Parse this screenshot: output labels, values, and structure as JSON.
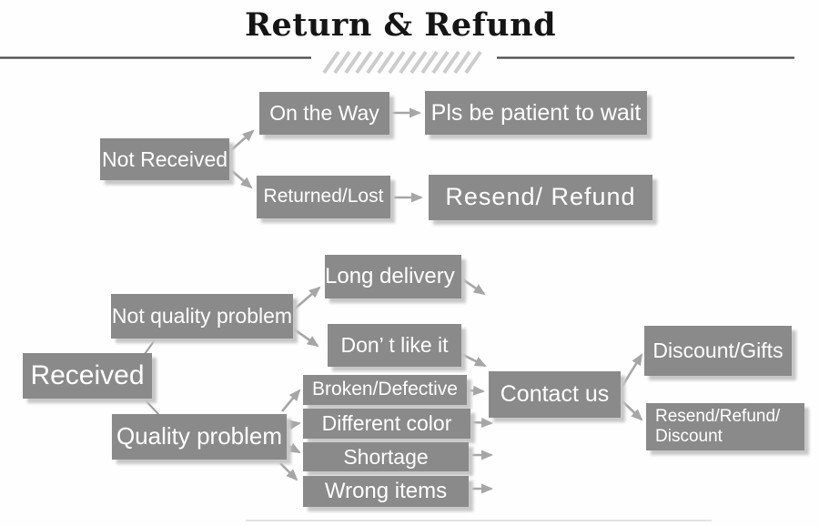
{
  "title": "Return & Refund",
  "colors": {
    "box_bg": "#8a8a8a",
    "box_text": "#ffffff",
    "shadow": "#c7c7c7",
    "arrow": "#a6a6a6",
    "title_text": "#151515",
    "rule": "#4a4a4a",
    "hatch": "#cccccc"
  },
  "nodes": {
    "not_received": "Not Received",
    "on_the_way": "On the Way",
    "pls_wait": "Pls be patient to wait",
    "returned_lost": "Returned/Lost",
    "resend_refund": "Resend/ Refund",
    "received": "Received",
    "not_quality_problem": "Not quality problem",
    "long_delivery": "Long delivery",
    "dont_like_it": "Don’ t like it",
    "quality_problem": "Quality problem",
    "broken_defective": "Broken/Defective",
    "different_color": "Different color",
    "shortage": "Shortage",
    "wrong_items": "Wrong items",
    "contact_us": "Contact us",
    "discount_gifts": "Discount/Gifts",
    "resend_refund_discount": "Resend/Refund/\nDiscount"
  }
}
